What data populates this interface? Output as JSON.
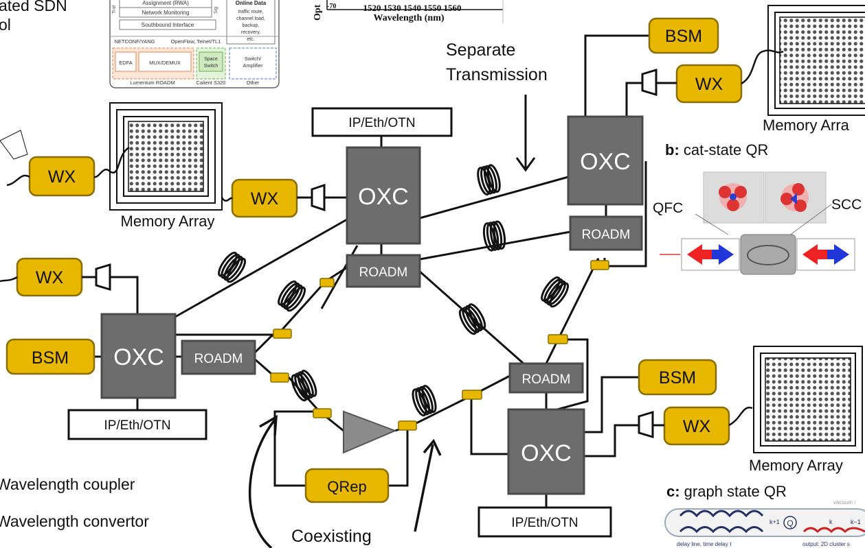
{
  "header_text": {
    "line1": "ated SDN",
    "line2": "ol"
  },
  "sdn_inset": {
    "assignment": "Assignment (RWA)",
    "monitoring": "Network Monitoring",
    "southbound": "Southbound Interface",
    "netconf": "NETCONF/YANG",
    "openflow": "OpenFlow, Telnet/TL1",
    "edfa": "EDFA",
    "muxdemux": "MUX/DEMUX",
    "space_switch": "Space Switch",
    "switch_amp": "Switch/ Amplifier",
    "lumentum": "Lumentum ROADM",
    "calient": "Calient S320",
    "other": "Other",
    "online_title": "Online Data",
    "online_body": "traffic route, channel load, backup, recovery, etc.",
    "side_left": "Traf",
    "side_right": "Sig"
  },
  "spectrum_inset": {
    "ylabel": "Opt",
    "neg": "-70",
    "ticks": "1520 1530 1540 1550 1560",
    "xlabel": "Wavelength (nm)"
  },
  "labels": {
    "separate": "Separate",
    "transmission": "Transmission",
    "coexisting": "Coexisting",
    "legend_coupler": "Wavelength coupler",
    "legend_convertor": "Wavelength convertor"
  },
  "nodes": {
    "ip_top": "IP/Eth/OTN",
    "ip_left": "IP/Eth/OTN",
    "ip_bottom": "IP/Eth/OTN",
    "oxc": "OXC",
    "roadm": "ROADM",
    "wx": "WX",
    "bsm": "BSM",
    "qrep": "QRep"
  },
  "memory_label": "Memory Array",
  "memory_label_cut": "Memory Arra",
  "panel_b": {
    "title_bold": "b:",
    "title_rest": " cat-state QR",
    "qfc": "QFC",
    "scc": "SCC"
  },
  "panel_c": {
    "title_bold": "c:",
    "title_rest": " graph state QR",
    "k1": "k+1",
    "q": "Q",
    "k": "k",
    "km1": "k−1",
    "bottom_left": "delay line, time delay τ",
    "bottom_right": "output: 2D cluster s",
    "vacuum": "vacuum i"
  },
  "colors": {
    "gold": "#e8b800",
    "gold_border": "#8a6d00",
    "oxc_fill": "#6d6d6d",
    "roadm_fill": "#6d6d6d",
    "amp": "#8c8c8c",
    "mem_dot": "#555555"
  }
}
